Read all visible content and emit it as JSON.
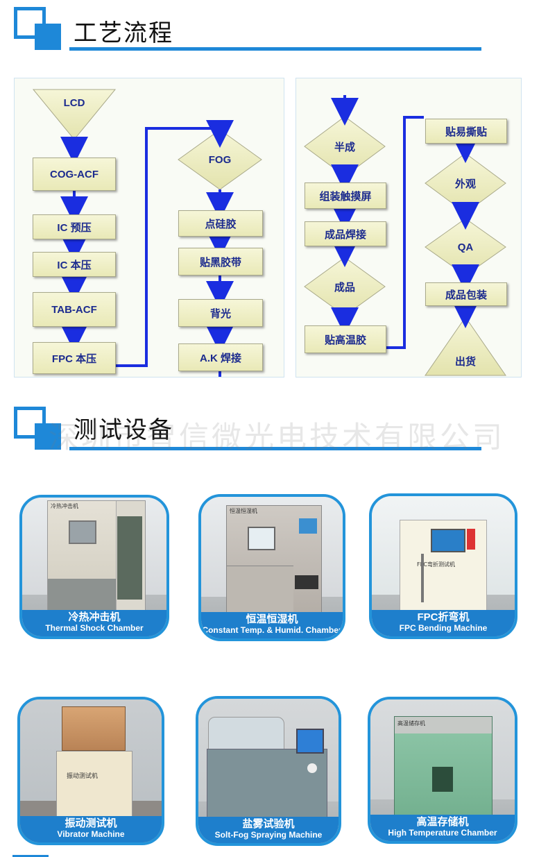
{
  "sections": {
    "process_title": "工艺流程",
    "test_title": "测试设备"
  },
  "flow": {
    "lcd": "LCD",
    "cog_acf": "COG-ACF",
    "ic_prepress": "IC 预压",
    "ic_press": "IC 本压",
    "tab_acf": "TAB-ACF",
    "fpc_press": "FPC 本压",
    "fog": "FOG",
    "silicone": "点硅胶",
    "black_tape": "贴黑胶带",
    "backlight": "背光",
    "ak_weld": "A.K 焊接",
    "semi": "半成",
    "touch": "组装触摸屏",
    "product_weld": "成品焊接",
    "product": "成品",
    "ht_tape": "贴高温胶",
    "easy_tear": "贴易撕贴",
    "appearance": "外观",
    "qa": "QA",
    "packing": "成品包装",
    "ship": "出货"
  },
  "watermark": "深圳市智信微光电技术有限公司",
  "equipment": [
    {
      "cn": "冷热冲击机",
      "en": "Thermal Shock Chamber",
      "plate": "冷热冲击机"
    },
    {
      "cn": "恒温恒湿机",
      "en": "Constant Temp. & Humid. Chamber",
      "plate": "恒温恒湿机"
    },
    {
      "cn": "FPC折弯机",
      "en": "FPC Bending Machine",
      "plate": "FPC弯折测试机"
    },
    {
      "cn": "振动测试机",
      "en": "Vibrator Machine",
      "plate": "振动测试机"
    },
    {
      "cn": "盐雾试验机",
      "en": "Solt-Fog Spraying Machine",
      "plate": ""
    },
    {
      "cn": "高温存储机",
      "en": "High Temperature Chamber",
      "plate": "高温储存机"
    }
  ],
  "colors": {
    "accent": "#1e88d8",
    "caption_bg": "#1e7fcc",
    "flow_text": "#1b2a8e",
    "flow_arrow": "#1a2de0",
    "flow_box": "#eeeec4"
  }
}
